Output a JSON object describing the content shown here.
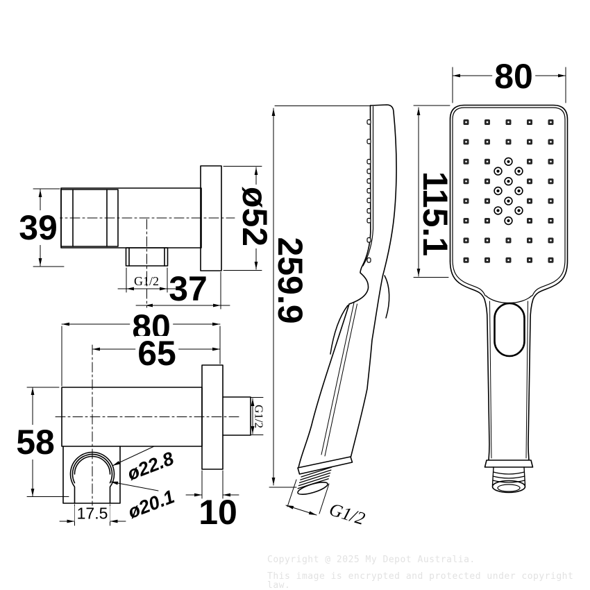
{
  "page": {
    "background": "#ffffff",
    "ink": "#000000"
  },
  "views": {
    "wall_elbow_side": {
      "title": "wall elbow side view",
      "dims": {
        "body_height": "39",
        "flange_diameter": "ø52",
        "outlet_thread": "G1/2",
        "outlet_offset": "37"
      }
    },
    "wall_elbow_front": {
      "title": "wall elbow bottom view with handset hook",
      "dims": {
        "total_depth": "80",
        "hook_center_offset": "65",
        "total_height": "58",
        "hook_outer_diameter": "ø22.8",
        "hook_inner_diameter": "ø20.1",
        "hook_opening_width": "17.5",
        "flange_thickness": "10",
        "inlet_thread": "G1/2"
      }
    },
    "handset_side": {
      "title": "handset side profile view",
      "dims": {
        "total_length": "259.9",
        "connector_thread": "G1/2"
      }
    },
    "handset_front": {
      "title": "handset front face view",
      "dims": {
        "head_width": "80",
        "head_length": "115.1"
      }
    }
  },
  "watermark": {
    "line1": "Copyright @ 2025 My Depot Australia.",
    "line2": "This image is encrypted and protected under copyright law.",
    "color": "#e2e2e2"
  }
}
